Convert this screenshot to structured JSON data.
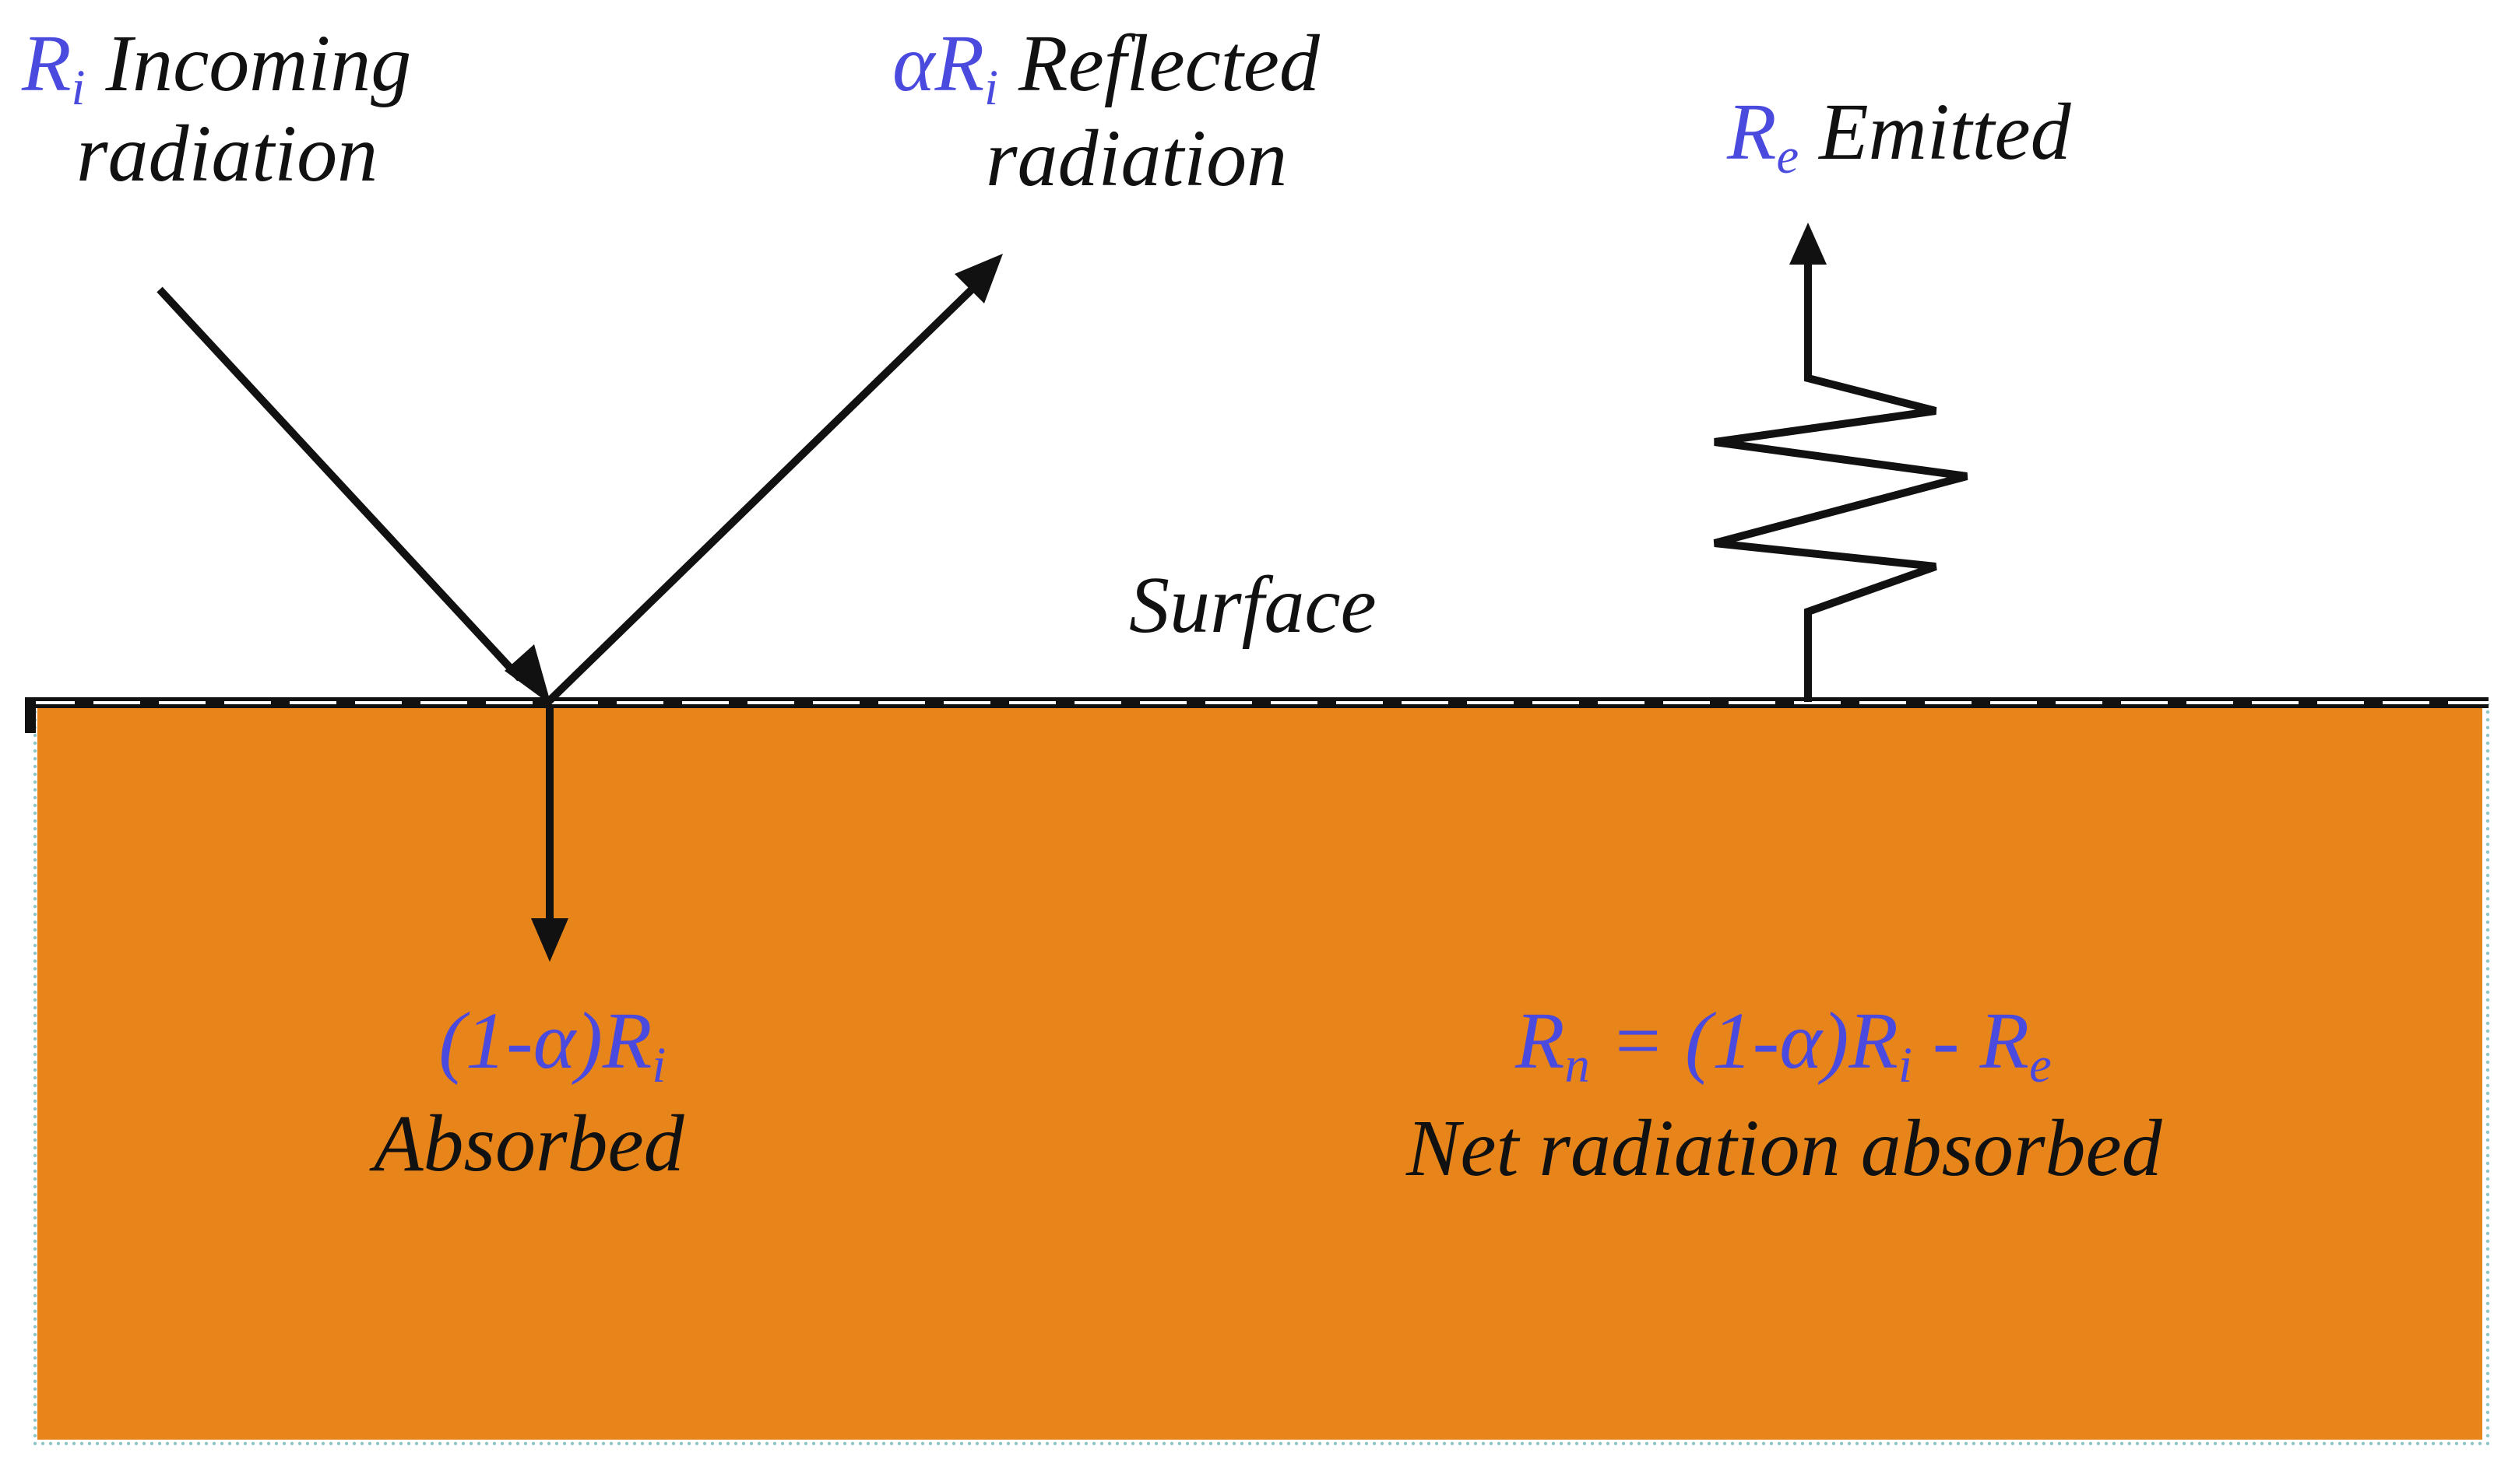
{
  "colors": {
    "ground": "#e8851a",
    "ink": "#111111",
    "symbol": "#4a4adf",
    "background": "#ffffff"
  },
  "incoming": {
    "symbol": "R",
    "sub": "i",
    "word": "Incoming",
    "line2": "radiation"
  },
  "reflected": {
    "symbol": "αR",
    "sub": "i",
    "word": "Reflected",
    "line2": "radiation"
  },
  "emitted": {
    "symbol": "R",
    "sub": "e",
    "word": "Emitted"
  },
  "surface": {
    "label": "Surface"
  },
  "absorbed": {
    "symbol": "(1-α)R",
    "sub": "i",
    "word": "Absorbed"
  },
  "net": {
    "symbol_a": "R",
    "sub_a": "n",
    "mid": " = (1-α)R",
    "sub_b": "i",
    "tail": " - R",
    "sub_c": "e",
    "word": "Net radiation absorbed"
  }
}
